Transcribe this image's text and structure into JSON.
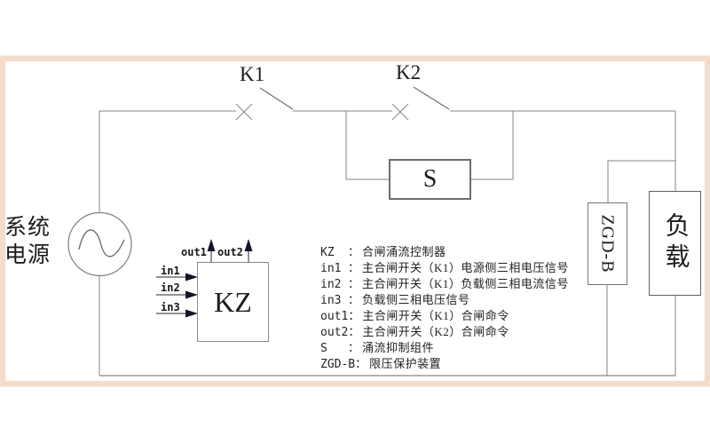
{
  "diagram": {
    "source_label": "系统电源",
    "switches": {
      "k1": "K1",
      "k2": "K2"
    },
    "boxes": {
      "s": "S",
      "kz": "KZ",
      "zgd": "ZGD-B",
      "load": "负载"
    },
    "ports": {
      "in1": "in1",
      "in2": "in2",
      "in3": "in3",
      "out1": "out1",
      "out2": "out2"
    }
  },
  "legend": {
    "separator": "：",
    "rows": [
      {
        "label": "KZ",
        "desc": "合闸涌流控制器"
      },
      {
        "label": "in1",
        "desc": "主合闸开关（K1）电源侧三相电压信号"
      },
      {
        "label": "in2",
        "desc": "主合闸开关（K1）负载侧三相电流信号"
      },
      {
        "label": "in3",
        "desc": "负载侧三相电压信号"
      },
      {
        "label": "out1",
        "desc": "主合闸开关（K1）合闸命令"
      },
      {
        "label": "out2",
        "desc": "主合闸开关（K2）合闸命令"
      },
      {
        "label": "S",
        "desc": "涌流抑制组件"
      },
      {
        "label": "ZGD-B",
        "desc": "限压保护装置"
      }
    ]
  },
  "colors": {
    "frame": "#f4dcca",
    "wire": "#848484",
    "box_border": "#6e6e6e",
    "text": "#1c1c1c",
    "arrow": "#15152a"
  }
}
